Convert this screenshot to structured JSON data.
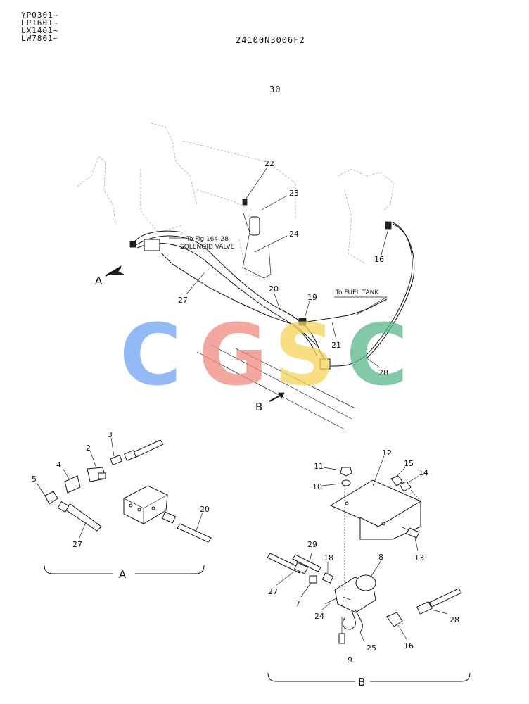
{
  "header": {
    "serials": [
      "YP0301~",
      "LP1601~",
      "LX1401~",
      "LW7801~"
    ],
    "doc_code": "24100N3006F2",
    "page_number": "30"
  },
  "main_view": {
    "callouts": [
      "22",
      "23",
      "24",
      "16",
      "19",
      "20",
      "21",
      "27",
      "28"
    ],
    "note_solenoid_line1": "To Fig 164-28",
    "note_solenoid_line2": "SOLENOID VALVE",
    "note_fuel_tank": "To FUEL TANK",
    "view_a_label": "A",
    "view_b_label": "B"
  },
  "detail_a": {
    "callouts": [
      "2",
      "3",
      "4",
      "5",
      "27",
      "20"
    ],
    "title": "A"
  },
  "detail_b": {
    "callouts": [
      "11",
      "10",
      "12",
      "15",
      "14",
      "13",
      "29",
      "8",
      "18",
      "27",
      "7",
      "24",
      "16",
      "28",
      "25",
      "9"
    ],
    "title": "B"
  },
  "watermark": {
    "letters": [
      "C",
      "G",
      "S",
      "C"
    ],
    "colors": [
      "#6fa3f4",
      "#f08a80",
      "#f6d45a",
      "#5cb88a"
    ]
  }
}
